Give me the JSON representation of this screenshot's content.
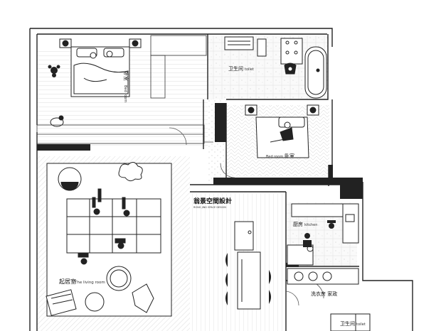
{
  "rooms": {
    "bedroom_master": {
      "cn": "卧室",
      "en": "Bed room"
    },
    "bathroom_top": {
      "cn": "卫生间",
      "en": "toilet"
    },
    "bedroom_second": {
      "cn": "卧室",
      "en": "Bed room"
    },
    "living_room": {
      "cn": "起居室",
      "en": "The living room"
    },
    "kitchen": {
      "cn": "厨房",
      "en": "kitchen"
    },
    "laundry": {
      "cn": "洗衣房 家政",
      "en": ""
    },
    "bathroom_bottom": {
      "cn": "卫生间",
      "en": "toilet"
    }
  },
  "brand": {
    "name": "翁景空間設計",
    "tagline": "RONG JING SPACE DESIGN"
  },
  "colors": {
    "wall": "#222222",
    "line": "#333333",
    "hatch": "#bbbbbb",
    "floor": "#f4f4f4"
  }
}
